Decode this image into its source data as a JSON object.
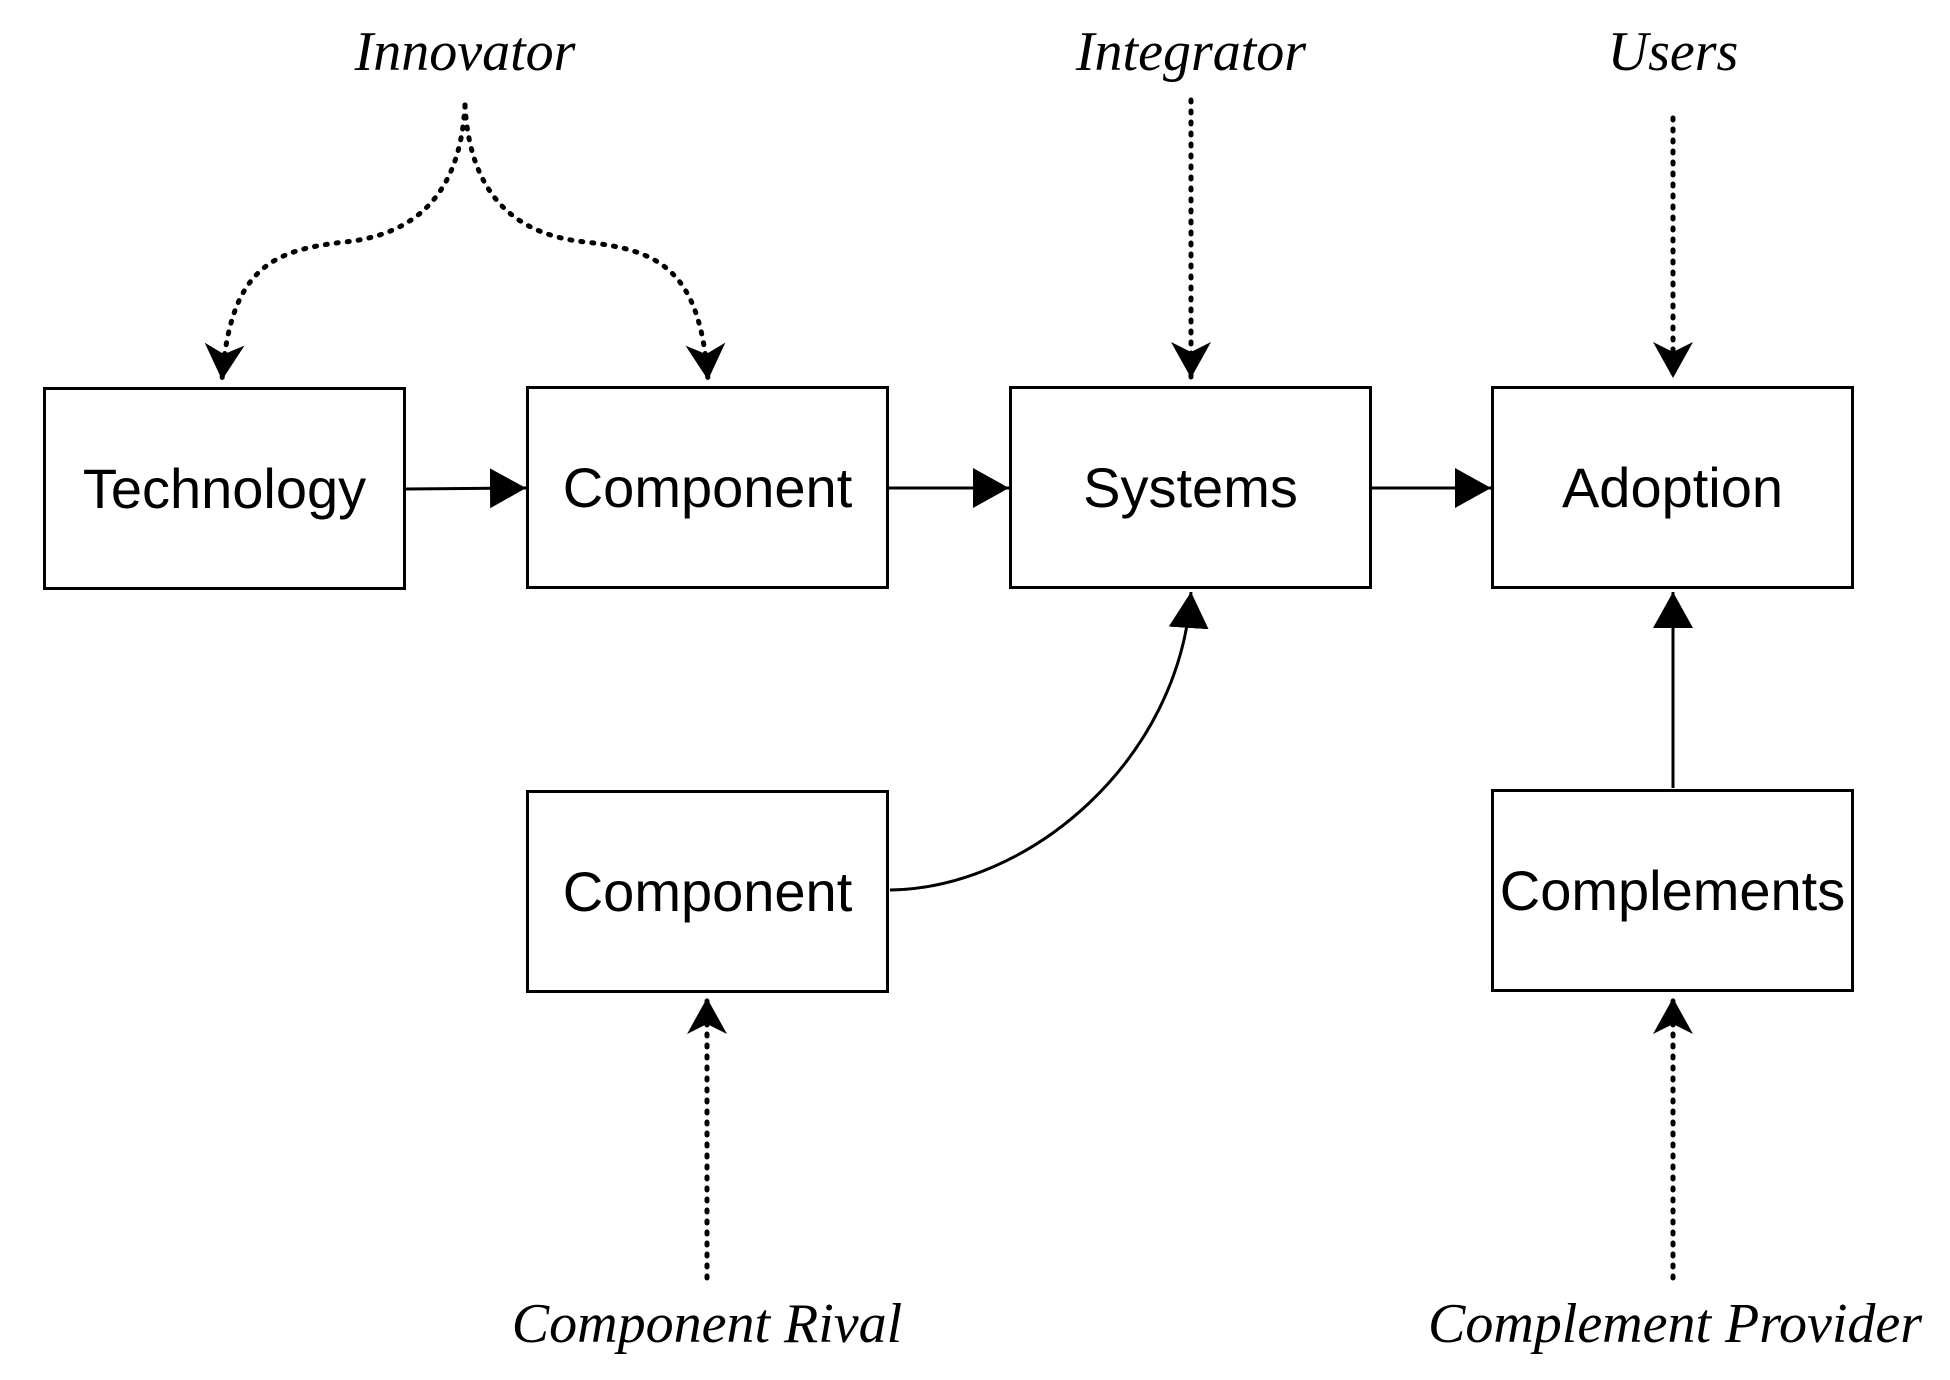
{
  "boxes": {
    "technology": "Technology",
    "component_main": "Component",
    "systems": "Systems",
    "adoption": "Adoption",
    "component_rival": "Component",
    "complements": "Complements"
  },
  "actors": {
    "innovator": "Innovator",
    "integrator": "Integrator",
    "users": "Users",
    "component_rival": "Component Rival",
    "complement_provider": "Complement Provider"
  },
  "colors": {
    "stroke": "#000000",
    "background": "#ffffff"
  }
}
